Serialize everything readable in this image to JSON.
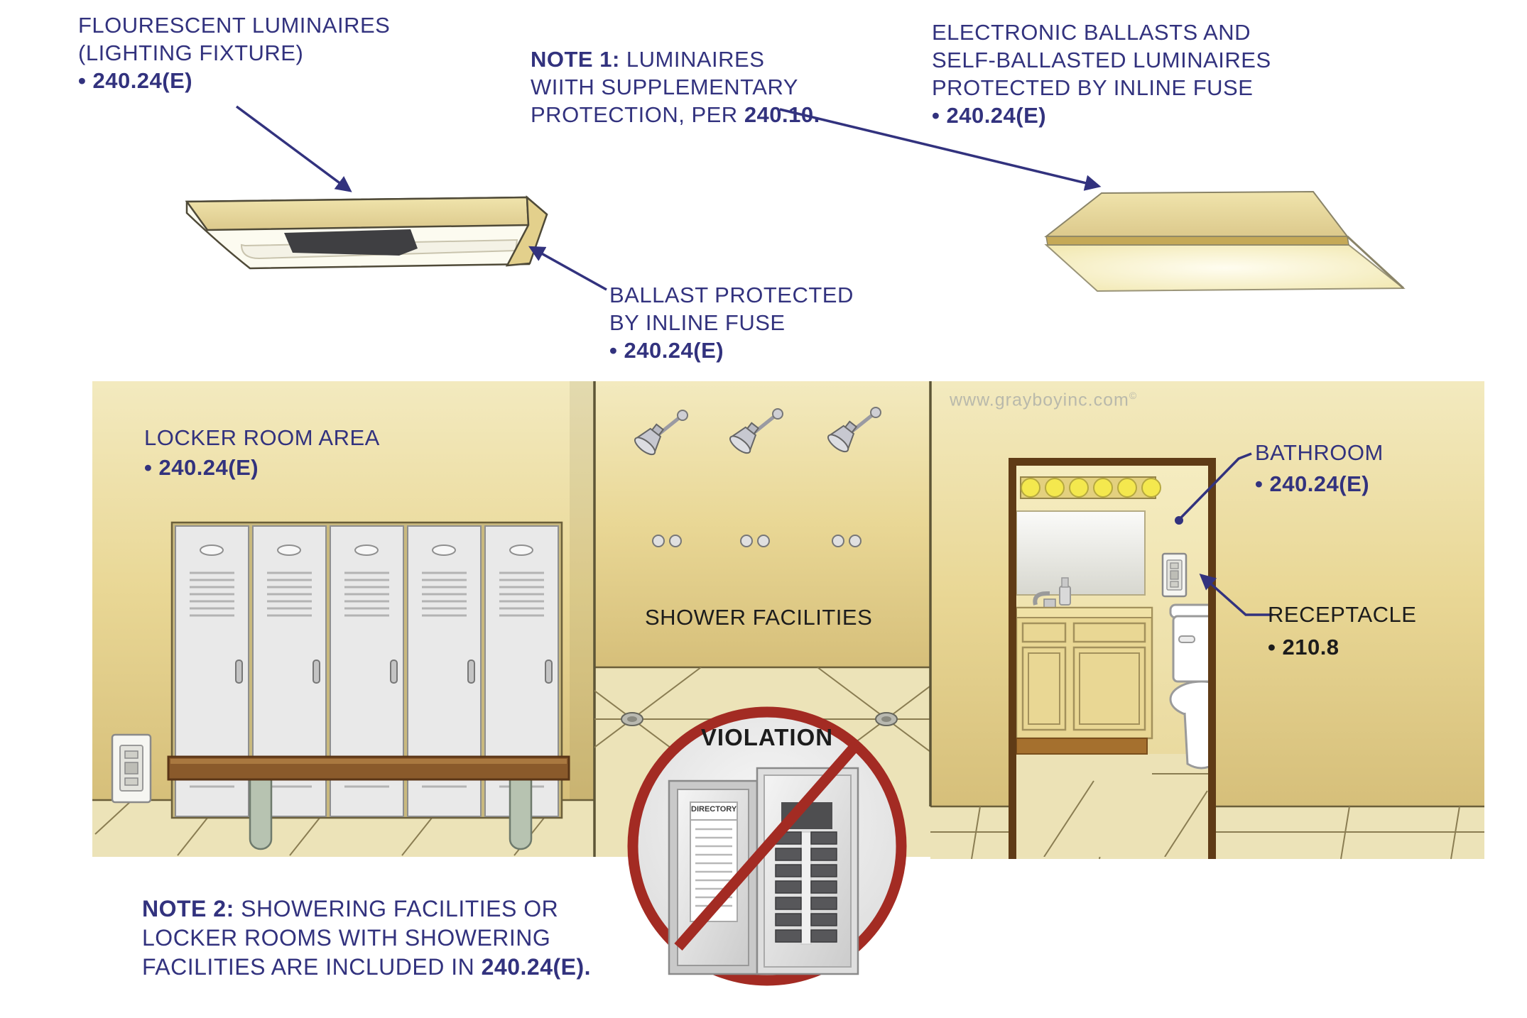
{
  "labels": {
    "fluorescent": {
      "line1": "FLOURESCENT LUMINAIRES",
      "line2": "(LIGHTING FIXTURE)",
      "ref": "• 240.24(E)"
    },
    "note1": {
      "bold": "NOTE 1:",
      "rest": " LUMINAIRES",
      "line2": "WIITH SUPPLEMENTARY",
      "line3": "PROTECTION, PER ",
      "line3_bold": "240.10."
    },
    "electronic": {
      "line1": "ELECTRONIC BALLASTS AND",
      "line2": "SELF-BALLASTED LUMINAIRES",
      "line3": "PROTECTED BY INLINE FUSE",
      "ref": "• 240.24(E)"
    },
    "ballast": {
      "line1": "BALLAST PROTECTED",
      "line2": "BY INLINE FUSE",
      "ref": "• 240.24(E)"
    },
    "locker_room": {
      "title": "LOCKER ROOM AREA",
      "ref": "• 240.24(E)"
    },
    "shower": {
      "title": "SHOWER FACILITIES"
    },
    "bathroom": {
      "title": "BATHROOM",
      "ref": "• 240.24(E)"
    },
    "receptacle": {
      "title": "RECEPTACLE",
      "ref": "• 210.8"
    },
    "note2": {
      "bold": "NOTE 2:",
      "rest": " SHOWERING FACILITIES OR",
      "line2": "LOCKER ROOMS WITH SHOWERING",
      "line3": "FACILITIES ARE INCLUDED IN ",
      "line3_bold": "240.24(E)."
    },
    "violation": {
      "title": "VIOLATION"
    },
    "directory": {
      "title": "DIRECTORY"
    },
    "watermark": {
      "text": "www.grayboyinc.com",
      "sup": "©"
    }
  },
  "colors": {
    "label_navy": "#32327e",
    "label_black": "#1c1c1c",
    "violation_red": "#a32b23",
    "wall_tan_top": "#f3eabf",
    "wall_tan_bottom": "#d6bf7a",
    "floor_tan": "#ece3b8",
    "grout": "#8a7d52",
    "locker_gray": "#e9e9e9",
    "bench_brown": "#8a5a2b",
    "door_frame_brown": "#5f3b16",
    "watermark_gray": "#b9b9ab"
  }
}
